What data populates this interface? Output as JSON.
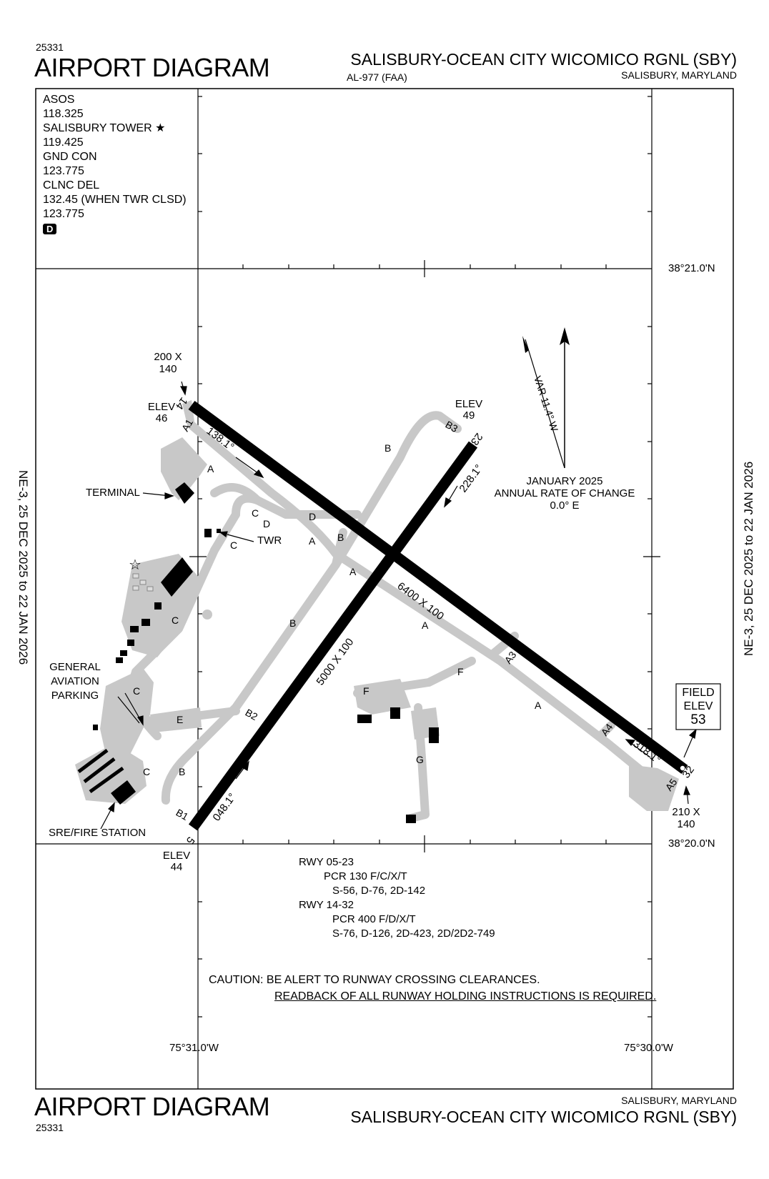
{
  "header": {
    "proc_number": "25331",
    "title": "AIRPORT DIAGRAM",
    "airport_name": "SALISBURY-OCEAN CITY WICOMICO RGNL (SBY)",
    "chart_id": "AL-977 (FAA)",
    "city_state": "SALISBURY, MARYLAND"
  },
  "footer": {
    "title": "AIRPORT DIAGRAM",
    "proc_number": "25331",
    "city_state": "SALISBURY, MARYLAND",
    "airport_name": "SALISBURY-OCEAN CITY WICOMICO RGNL (SBY)"
  },
  "side_labels": {
    "left": "NE-3,  25 DEC 2025  to  22 JAN 2026",
    "right": "NE-3,  25 DEC 2025  to  22 JAN 2026"
  },
  "frequencies": [
    "ASOS",
    "118.325",
    "SALISBURY TOWER ★",
    "119.425",
    "GND CON",
    "123.775",
    "CLNC DEL",
    "132.45 (WHEN TWR CLSD)",
    "123.775"
  ],
  "atis_badge": "D",
  "coordinates": {
    "lat_top": "38°21.0'N",
    "lat_bottom": "38°20.0'N",
    "lon_left": "75°31.0'W",
    "lon_right": "75°30.0'W"
  },
  "magnetic": {
    "variation": "VAR 11.4° W",
    "epoch_line1": "JANUARY 2025",
    "epoch_line2": "ANNUAL RATE OF CHANGE",
    "epoch_line3": "0.0° E"
  },
  "runways": [
    {
      "id": "14-32",
      "dimensions": "6400 X 100",
      "end_a": "14",
      "end_b": "32",
      "heading_a": "138.1°",
      "heading_b": "318.1°"
    },
    {
      "id": "05-23",
      "dimensions": "5000 X 100",
      "end_a": "5",
      "end_b": "23",
      "heading_a": "048.1°",
      "heading_b": "228.1°"
    }
  ],
  "labels": {
    "elev_14_a": "ELEV",
    "elev_14_b": "46",
    "elev_23_a": "ELEV",
    "elev_23_b": "49",
    "elev_5_a": "ELEV",
    "elev_5_b": "44",
    "blast_14_a": "200 X",
    "blast_14_b": "140",
    "blast_32_a": "210 X",
    "blast_32_b": "140",
    "field_elev_a": "FIELD",
    "field_elev_b": "ELEV",
    "field_elev_c": "53",
    "terminal": "TERMINAL",
    "twr": "TWR",
    "ga_a": "GENERAL",
    "ga_b": "AVIATION",
    "ga_c": "PARKING",
    "sre": "SRE/FIRE STATION"
  },
  "taxiways": [
    "A",
    "A1",
    "A3",
    "A4",
    "A5",
    "B",
    "B1",
    "B2",
    "B3",
    "C",
    "D",
    "E",
    "F",
    "G"
  ],
  "pcn_notes": [
    "RWY 05-23",
    "PCR 130 F/C/X/T",
    "S-56, D-76, 2D-142",
    "RWY 14-32",
    "PCR 400 F/D/X/T",
    "S-76, D-126, 2D-423, 2D/2D2-749"
  ],
  "caution": {
    "line1": "CAUTION:  BE ALERT TO RUNWAY CROSSING CLEARANCES.",
    "line2": "READBACK OF ALL RUNWAY HOLDING INSTRUCTIONS IS REQUIRED."
  }
}
